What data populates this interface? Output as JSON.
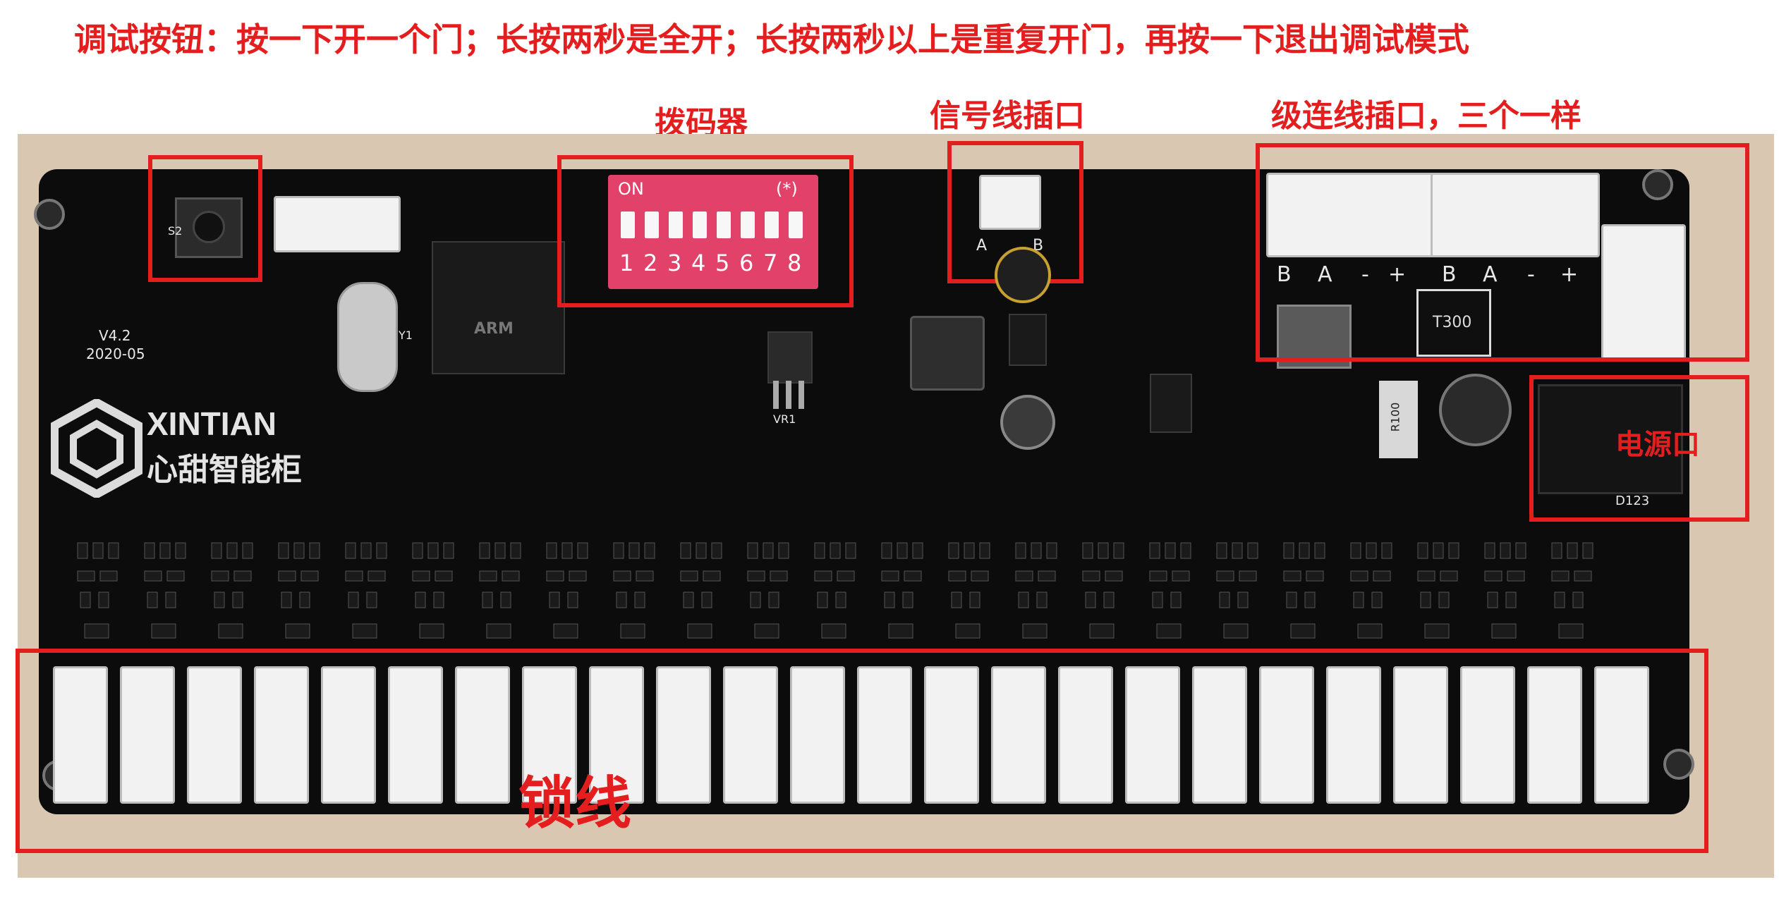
{
  "header": {
    "instructions": "调试按钮：按一下开一个门；长按两秒是全开；长按两秒以上是重复开门，再按一下退出调试模式"
  },
  "labels": {
    "dip_switch": "拨码器",
    "signal_port": "信号线插口",
    "cascade_port": "级连线插口，三个一样",
    "power_port": "电源口",
    "lock_lines": "锁线"
  },
  "board": {
    "brand_en": "XINTIAN",
    "brand_cn": "心甜智能柜",
    "version": "V4.2",
    "date": "2020-05",
    "dip_on": "ON",
    "dip_marker": "(*)",
    "dip_numbers": [
      "1",
      "2",
      "3",
      "4",
      "5",
      "6",
      "7",
      "8"
    ],
    "ab_labels": [
      "A",
      "B"
    ],
    "cascade_pin_labels": [
      "B",
      "A",
      "-",
      "+"
    ],
    "chip_text": "ARM",
    "part_t300": "T300",
    "part_r100": "R100",
    "silk_s2": "S2",
    "silk_y1": "Y1",
    "silk_vr1": "VR1",
    "silk_d123": "D123"
  },
  "colors": {
    "annotation_red": "#e41e1e",
    "pcb_black": "#0c0c0d",
    "dip_red": "#e2426a",
    "connector_white": "#f2f2f2"
  }
}
